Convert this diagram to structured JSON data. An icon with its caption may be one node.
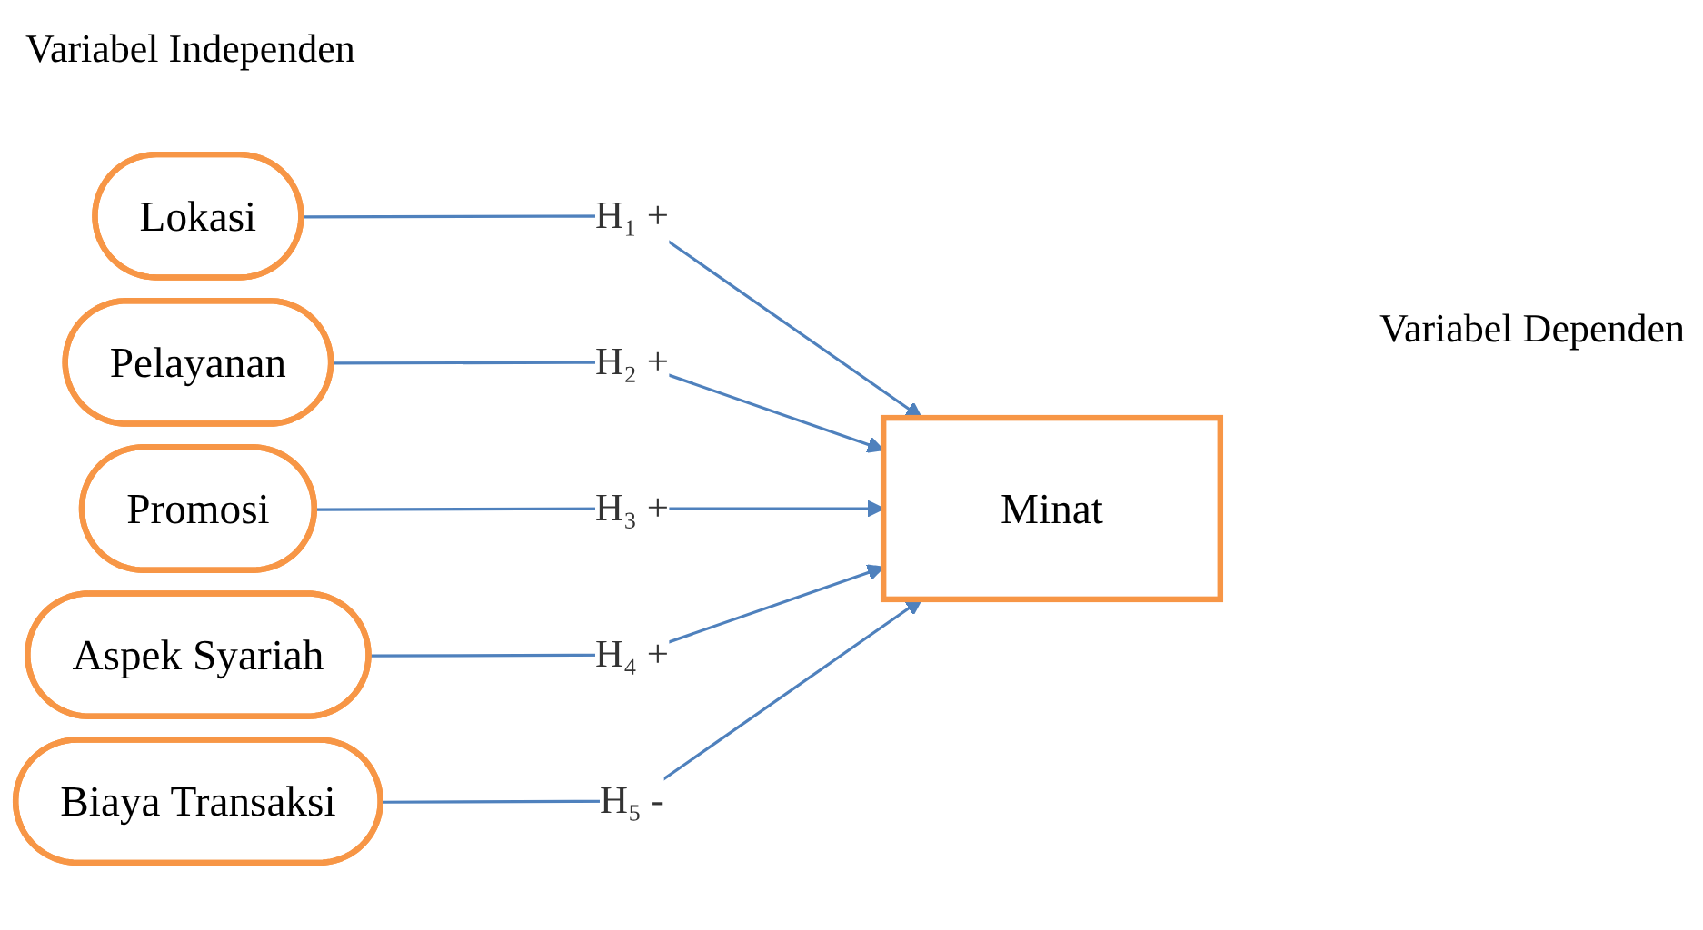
{
  "diagram": {
    "nodes": [
      {
        "text": [
          "Lokasi"
        ]
      },
      {
        "text": [
          "Pelayanan"
        ]
      },
      {
        "text": [
          "Promosi"
        ]
      },
      {
        "text": [
          "Aspek Syariah"
        ]
      },
      {
        "text": [
          "Biaya Transaksi"
        ]
      },
      {
        "text": [
          "Minat"
        ]
      }
    ],
    "edges": [
      {
        "from": 0,
        "to": 5,
        "arrow": "to",
        "label": "H₁ +"
      },
      {
        "from": 1,
        "to": 5,
        "arrow": "to",
        "label": "H₂ +"
      },
      {
        "from": 2,
        "to": 5,
        "arrow": "to",
        "label": "H₃ +"
      },
      {
        "from": 3,
        "to": 5,
        "arrow": "to",
        "label": "H₄ +"
      },
      {
        "from": 4,
        "to": 5,
        "arrow": "to",
        "label": "H₅ -"
      }
    ],
    "labels": [
      "Variabel Independen",
      "Variabel Dependen"
    ]
  }
}
